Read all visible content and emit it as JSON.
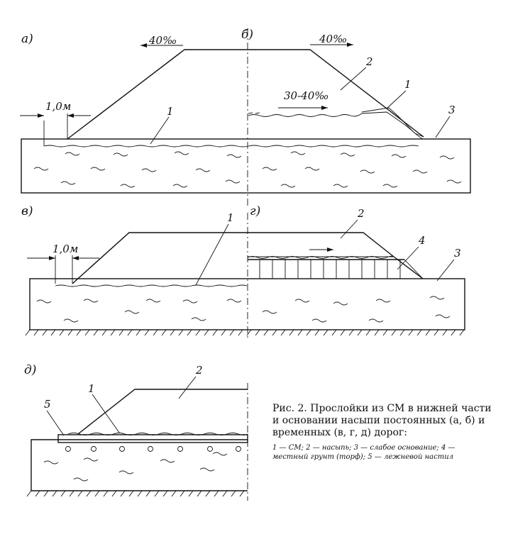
{
  "panels": {
    "a": "а)",
    "b": "б)",
    "v": "в)",
    "g": "г)",
    "d": "д)"
  },
  "slopes": {
    "left_top": "40‰",
    "right_top": "40‰",
    "mid": "30-40‰"
  },
  "dims": {
    "top_width": "1,0м",
    "mid_width": "1,0м"
  },
  "callouts": {
    "top_1": "1",
    "top_2": "2",
    "top_1b": "1",
    "top_3": "3",
    "mid_1": "1",
    "mid_2": "2",
    "mid_4": "4",
    "mid_3": "3",
    "bot_2": "2",
    "bot_1": "1",
    "bot_5": "5"
  },
  "caption": {
    "title": "Рис. 2. Прослойки из СМ в нижней части и основании насыпи постоянных (а, б) и временных (в, г, д) дорог:",
    "legend": "1 — СМ; 2 — насыпь; 3 — слабое основание; 4 — местный грунт (торф); 5 — лежневой настил"
  }
}
